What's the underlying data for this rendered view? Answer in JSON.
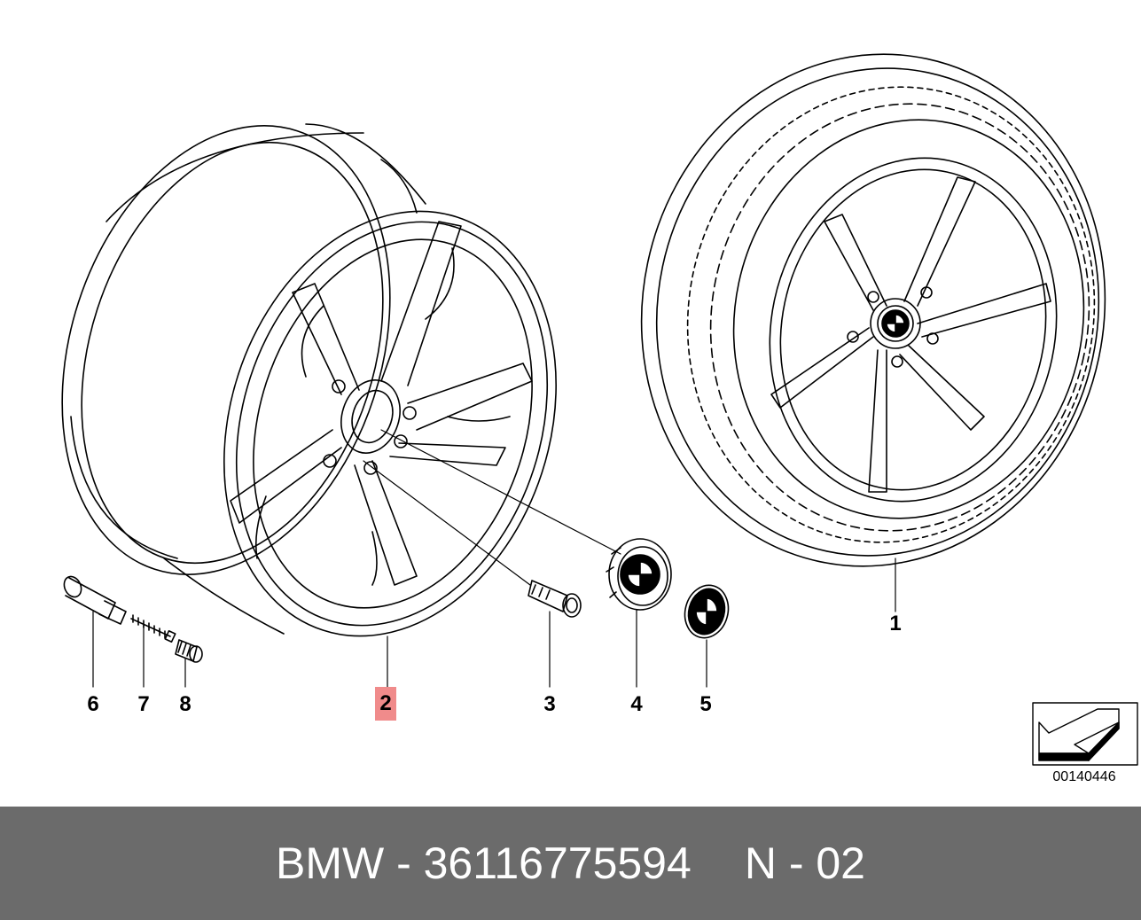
{
  "callouts": {
    "c1": "1",
    "c2": "2",
    "c3": "3",
    "c4": "4",
    "c5": "5",
    "c6": "6",
    "c7": "7",
    "c8": "8"
  },
  "reference_code": "00140446",
  "footer": {
    "brand_part": "BMW - 36116775594",
    "variant": "N - 02"
  },
  "colors": {
    "highlight": "#f08b8b",
    "footer_bg": "#6b6b6b",
    "line": "#000000"
  },
  "icons": [
    "view-direction-arrow-icon",
    "bmw-logo-icon"
  ]
}
